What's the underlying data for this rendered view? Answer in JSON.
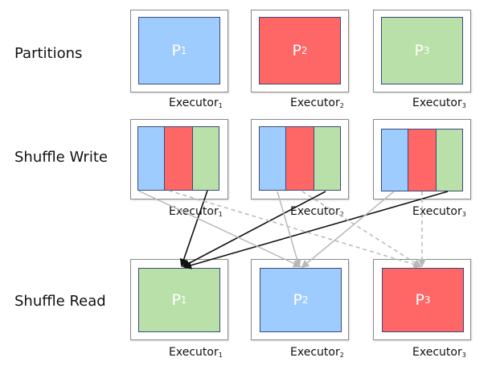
{
  "rows": {
    "partitions": "Partitions",
    "shuffle_write": "Shuffle Write",
    "shuffle_read": "Shuffle Read"
  },
  "executor_label": "Executor",
  "executors": [
    "1",
    "2",
    "3"
  ],
  "partition_letter": "P",
  "partitions_top": [
    {
      "index": "1",
      "color": "#9fccff"
    },
    {
      "index": "2",
      "color": "#ff6666"
    },
    {
      "index": "3",
      "color": "#b8e0a8"
    }
  ],
  "partitions_bottom": [
    {
      "index": "1",
      "color": "#b8e0a8"
    },
    {
      "index": "2",
      "color": "#9fccff"
    },
    {
      "index": "3",
      "color": "#ff6666"
    }
  ],
  "stripe_colors": [
    "#9fccff",
    "#ff6666",
    "#b8e0a8"
  ],
  "arrow_colors": {
    "solid_dark": "#111111",
    "solid_gray": "#b8b8b8",
    "dashed_gray": "#b8b8b8"
  }
}
